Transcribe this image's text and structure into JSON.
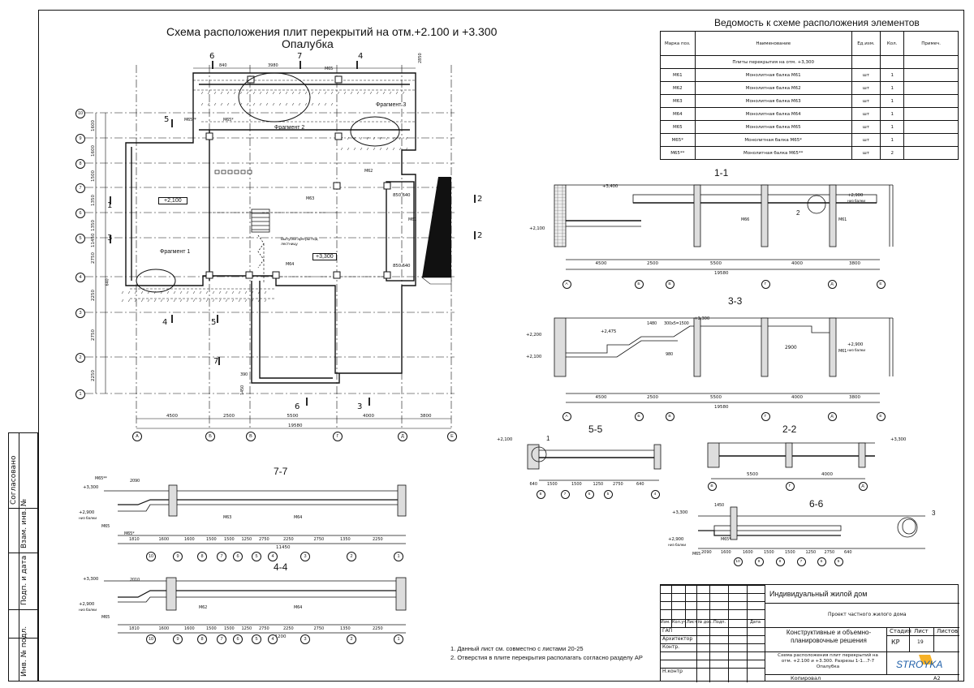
{
  "plan": {
    "title_line1": "Схема расположения плит перекрытий на отм.+2.100 и +3.300",
    "title_line2": "Опалубка",
    "axes_rows": [
      "10",
      "9",
      "8",
      "7",
      "6",
      "5",
      "4",
      "3",
      "2",
      "1"
    ],
    "axes_cols": [
      "А",
      "Б",
      "В",
      "Г",
      "Д",
      "Е"
    ],
    "dims_bottom": [
      "4500",
      "2500",
      "5500",
      "4000",
      "3800"
    ],
    "dim_total": "19580",
    "dims_left": [
      "1600",
      "1600",
      "1500",
      "1350",
      "1350",
      "2750",
      "11450",
      "2250",
      "2750",
      "2250"
    ],
    "dims_top": [
      "840",
      "3980",
      "2850"
    ],
    "level_left": "+2,100",
    "level_center": "+3,300",
    "labels": {
      "fragment1": "Фрагмент 1",
      "fragment2": "Фрагмент 2",
      "fragment3": "Фрагмент 3",
      "release": "Выпуски арм-ры под лестницу",
      "m61": "М61",
      "m62": "М62",
      "m63": "М63",
      "m64": "М64",
      "m65": "М65",
      "m65s": "М65*",
      "m65ss": "М65**",
      "d850a": "850 640",
      "d850b": "850 640",
      "d390": "390",
      "d1450": "1450",
      "d640": "640"
    },
    "section_marks": [
      "6",
      "7",
      "4",
      "5",
      "1",
      "3",
      "2",
      "7",
      "4",
      "5",
      "6",
      "3",
      "2"
    ]
  },
  "schedule": {
    "title": "Ведомость к схеме расположения элементов",
    "headers": [
      "Марка поз.",
      "Наименование",
      "Ед.изм.",
      "Кол.",
      "Примеч."
    ],
    "group": "Плиты перекрытия на отм. +3,300",
    "rows": [
      [
        "М61",
        "Монолитная балка М61",
        "шт",
        "1",
        ""
      ],
      [
        "М62",
        "Монолитная балка М62",
        "шт",
        "1",
        ""
      ],
      [
        "М63",
        "Монолитная балка М63",
        "шт",
        "1",
        ""
      ],
      [
        "М64",
        "Монолитная балка М64",
        "шт",
        "1",
        ""
      ],
      [
        "М65",
        "Монолитная балка М65",
        "шт",
        "1",
        ""
      ],
      [
        "М65*",
        "Монолитная балка М65*",
        "шт",
        "1",
        ""
      ],
      [
        "М65**",
        "Монолитная балка М65**",
        "шт",
        "2",
        ""
      ]
    ]
  },
  "sections": {
    "s11": {
      "title": "1-1",
      "level_top": "+3,400",
      "level_right": "+2,900",
      "level_right_note": "низ балки",
      "level_left": "+2,100",
      "m66": "М66",
      "m61": "М61",
      "callout": "2",
      "dims": [
        "4500",
        "2500",
        "5500",
        "4000",
        "3800"
      ],
      "total": "19580",
      "axes": [
        "А",
        "Б",
        "В",
        "Г",
        "Д",
        "Е"
      ]
    },
    "s33": {
      "title": "3-3",
      "level_top": "+3,300",
      "level_step": "+2,475",
      "level_left_a": "+2,200",
      "level_left_b": "+2,100",
      "level_right": "+2,900",
      "level_right_note": "низ балки",
      "stair": "300х5=1500",
      "d1480": "1480",
      "d980": "980",
      "d2900": "2900",
      "m61": "М61",
      "dims": [
        "4500",
        "2500",
        "5500",
        "4000",
        "3800"
      ],
      "total": "19580",
      "axes": [
        "А",
        "Б",
        "В",
        "Г",
        "Д",
        "Е"
      ]
    },
    "s55": {
      "title": "5-5",
      "level": "+2,100",
      "callout": "1",
      "dims": [
        "640",
        "1500",
        "1500",
        "1250",
        "2750",
        "640"
      ],
      "axes": [
        "8",
        "7",
        "6",
        "5",
        "4"
      ]
    },
    "s22": {
      "title": "2-2",
      "level": "+3,300",
      "dims": [
        "5500",
        "4000"
      ],
      "axes": [
        "В",
        "Г",
        "Д"
      ]
    },
    "s66": {
      "title": "6-6",
      "level_top": "+3,300",
      "level_bottom": "+2,900",
      "level_note": "низ балки",
      "callout": "3",
      "m65": "М65",
      "m65s": "М65*",
      "d1450": "1450",
      "dims": [
        "2090",
        "1600",
        "1600",
        "1500",
        "1500",
        "1250",
        "2750",
        "640"
      ],
      "axes": [
        "10",
        "9",
        "8",
        "7",
        "6",
        "5"
      ]
    },
    "s77": {
      "title": "7-7",
      "level_top": "+3,300",
      "level_bottom": "+2,900",
      "level_note": "низ балки",
      "m65ss": "М65**",
      "m65": "М65",
      "m65s": "М65*",
      "m63": "М63",
      "m64": "М64",
      "d2090": "2090",
      "dims": [
        "1810",
        "1600",
        "1600",
        "1500",
        "1500",
        "1250",
        "2750",
        "2250",
        "2750",
        "1350",
        "2250"
      ],
      "total": "11450",
      "axes": [
        "10",
        "9",
        "8",
        "7",
        "6",
        "5",
        "4",
        "3",
        "2",
        "1"
      ]
    },
    "s44": {
      "title": "4-4",
      "level_top": "+3,300",
      "level_bottom": "+2,900",
      "level_note": "низ балки",
      "m65": "М65",
      "m62": "М62",
      "m64": "М64",
      "d2010": "2010",
      "dims": [
        "1810",
        "1600",
        "1600",
        "1500",
        "1500",
        "1250",
        "2750",
        "2250",
        "2750",
        "1350",
        "2250"
      ],
      "total": "11200",
      "axes": [
        "10",
        "9",
        "8",
        "7",
        "6",
        "5",
        "4",
        "3",
        "2",
        "1"
      ]
    }
  },
  "notes": [
    "1. Данный лист см. совместно с листами 20-25",
    "2. Отверстия в плите перекрытия располагать согласно разделу АР"
  ],
  "left_stamp": {
    "agreed": "Согласовано",
    "inv_replace": "Взам. инв. №",
    "sign_date": "Подп. и дата",
    "inv_orig": "Инв. № подл."
  },
  "titleblock": {
    "project": "Индивидуальный жилой дом",
    "subtitle": "Проект частного жилого дома",
    "section": "Конструктивные и объемно-планировочные решения",
    "sheet_title": "Схема расположения плит перекрытий на отм. +2.100 и +3.300. Разрезы 1-1...7-7 Опалубка",
    "header_cols": [
      "Изм.",
      "Кол.уч.",
      "Лист",
      "№ док.",
      "Подп.",
      "Дата"
    ],
    "roles": [
      "ГАП",
      "Архитектор",
      "Контр.",
      "",
      "",
      "Н.контр"
    ],
    "stage_label": "Стадия",
    "sheet_label": "Лист",
    "sheets_label": "Листов",
    "stage": "КР",
    "sheet": "19",
    "sheets": "",
    "logo": "STROYKA",
    "copied": "Копировал",
    "format": "А2"
  }
}
